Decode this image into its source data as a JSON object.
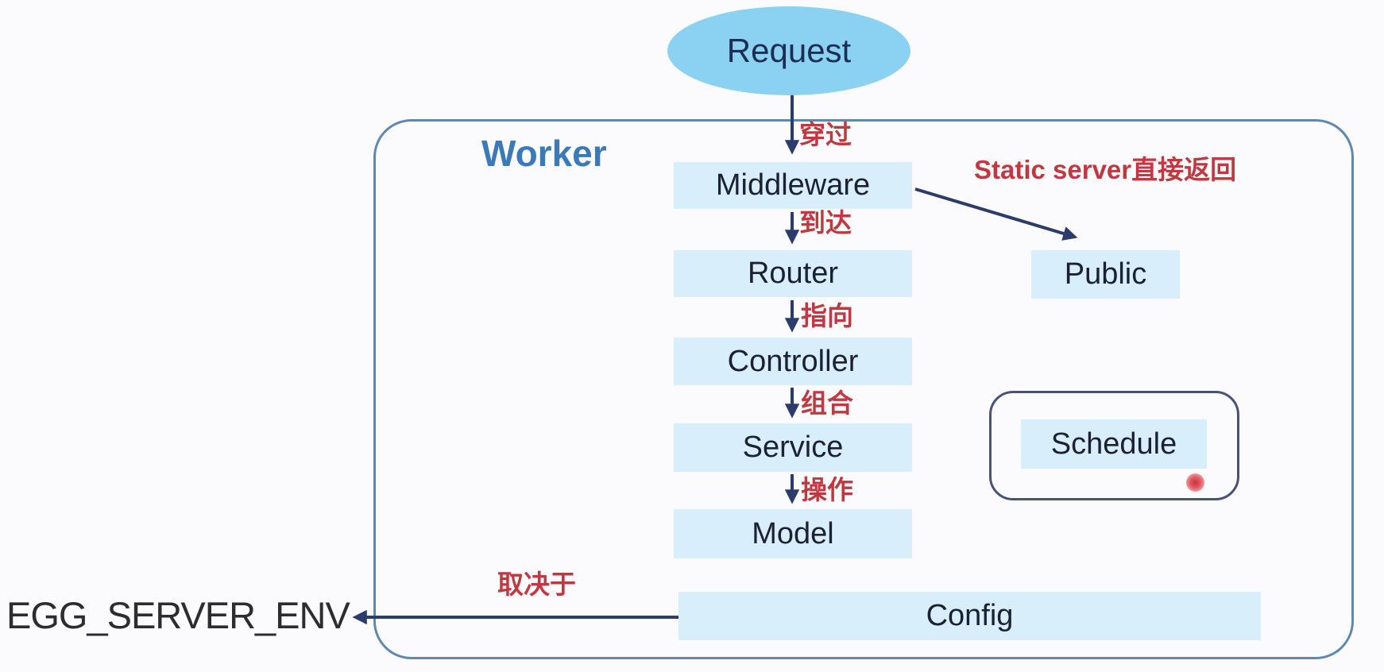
{
  "request": {
    "label": "Request"
  },
  "worker": {
    "label": "Worker"
  },
  "pipeline": {
    "middleware": "Middleware",
    "router": "Router",
    "controller": "Controller",
    "service": "Service",
    "model": "Model"
  },
  "side_nodes": {
    "public": "Public",
    "schedule": "Schedule",
    "config": "Config"
  },
  "edges": {
    "request_to_middleware": "穿过",
    "middleware_to_router": "到达",
    "router_to_controller": "指向",
    "controller_to_service": "组合",
    "service_to_model": "操作",
    "middleware_to_public": "Static server直接返回",
    "config_to_env": "取决于"
  },
  "env": {
    "label": "EGG_SERVER_ENV"
  },
  "colors": {
    "node_fill": "#d8eefa",
    "ellipse_fill": "#8bd1f2",
    "node_text": "#1b2130",
    "arrow": "#2b3b6b",
    "red_label": "#c23840",
    "worker_border": "#5e88b0",
    "worker_label": "#3b7ab8",
    "schedule_border": "#47517b",
    "laser_dot": "#e05560"
  }
}
